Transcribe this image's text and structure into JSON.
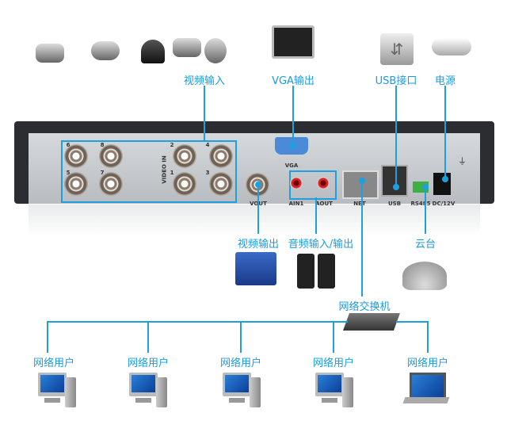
{
  "labels": {
    "video_in": "视频输入",
    "vga_out": "VGA输出",
    "usb": "USB接口",
    "power": "电源",
    "video_out": "视频输出",
    "audio_io": "音频输入/输出",
    "ptz": "云台",
    "switch": "网络交换机"
  },
  "panel": {
    "video_in_label": "VIDEO IN",
    "channels": [
      "6",
      "8",
      "5",
      "7",
      "2",
      "4",
      "1",
      "3"
    ],
    "vga": "VGA",
    "vout": "VOUT",
    "ain": "AIN1",
    "aout": "AOUT",
    "net": "NET",
    "usb": "USB",
    "rs485": "RS485",
    "dc": "DC/12V"
  },
  "users": [
    "网络用户",
    "网络用户",
    "网络用户",
    "网络用户",
    "网络用户"
  ],
  "colors": {
    "accent": "#1ea0e0",
    "panel": "#c8ccd0",
    "chassis": "#2b2d30"
  }
}
